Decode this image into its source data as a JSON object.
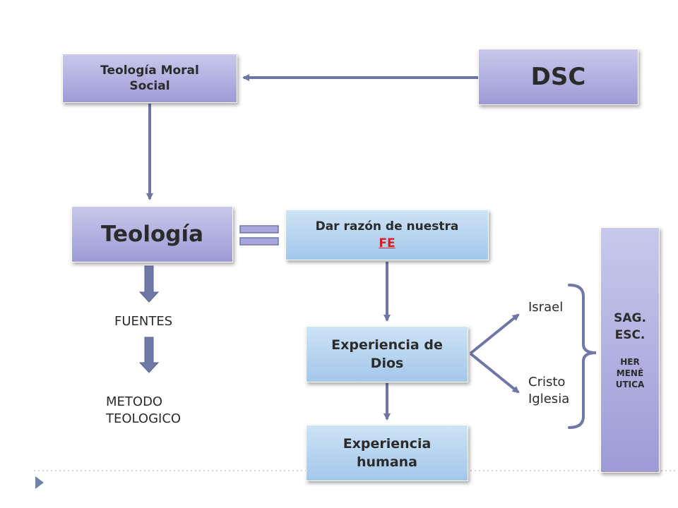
{
  "boxes": {
    "teologia_moral_social": "Teología Moral Social",
    "dsc": "DSC",
    "teologia": "Teología",
    "dar_razon": "Dar razón de nuestra",
    "fe": "FE",
    "experiencia_dios": "Experiencia de Dios",
    "experiencia_humana": "Experiencia humana"
  },
  "labels": {
    "fuentes": "FUENTES",
    "metodo_line1": "METODO",
    "metodo_line2": "TEOLOGICO",
    "israel": "Israel",
    "cristo": "Cristo",
    "iglesia": "Iglesia"
  },
  "sag_box": {
    "line1": "SAG.",
    "line2": "ESC.",
    "line3": "HER",
    "line4": "MENÉ",
    "line5": "UTICA"
  },
  "colors": {
    "purple_box": "#a8a6dc",
    "blue_box": "#b6d4f0",
    "arrow": "#7078a8",
    "fe_text": "#d42020"
  }
}
